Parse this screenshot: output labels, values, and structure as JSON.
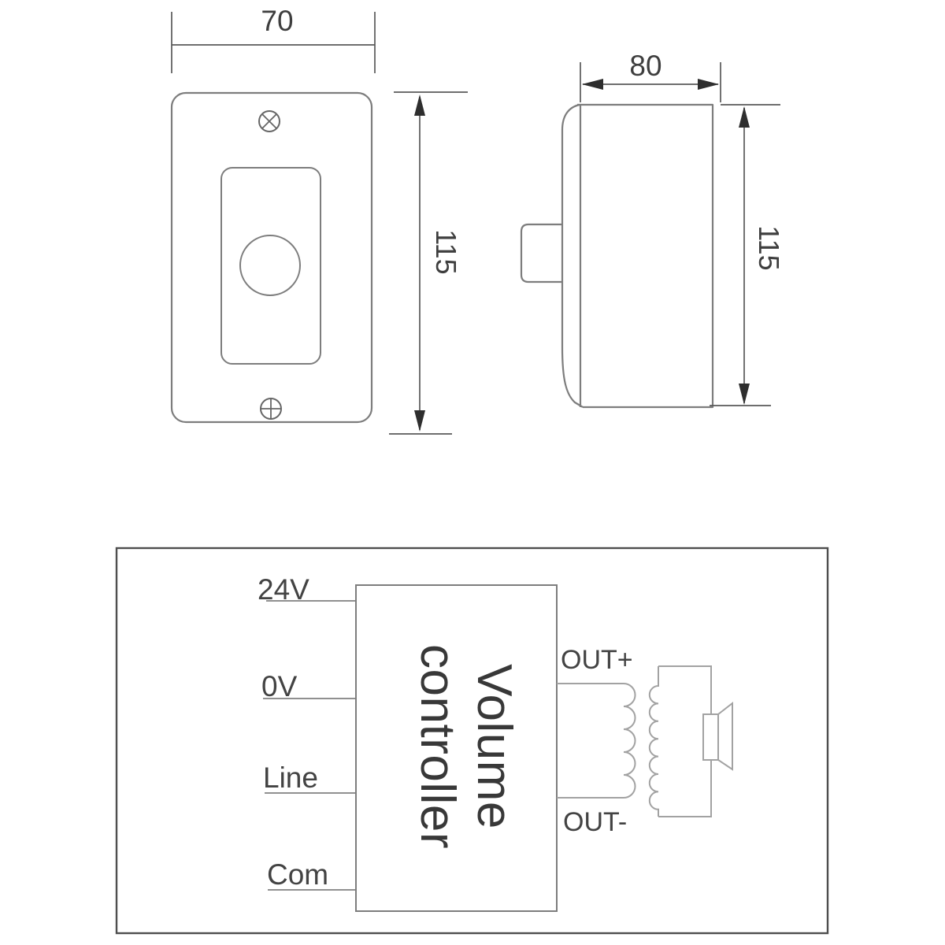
{
  "front_view": {
    "width_label": "70",
    "height_label": "115"
  },
  "side_view": {
    "depth_label": "80",
    "height_label": "115"
  },
  "wiring_diagram": {
    "inputs": {
      "supply_24v": "24V",
      "supply_0v": "0V",
      "line": "Line",
      "com": "Com"
    },
    "controller_label": "Volume\ncontroller",
    "outputs": {
      "out_plus": "OUT+",
      "out_minus": "OUT-"
    }
  },
  "colors": {
    "background": "#ffffff",
    "outline_gray": "#7d7d7d",
    "dimension_gray": "#595959",
    "arrow_dark": "#2e2e2e",
    "wire_gray": "#909090",
    "coil_gray": "#a2a2a2",
    "panel_border": "#4e4e4e",
    "text": "#3e3e3e"
  }
}
